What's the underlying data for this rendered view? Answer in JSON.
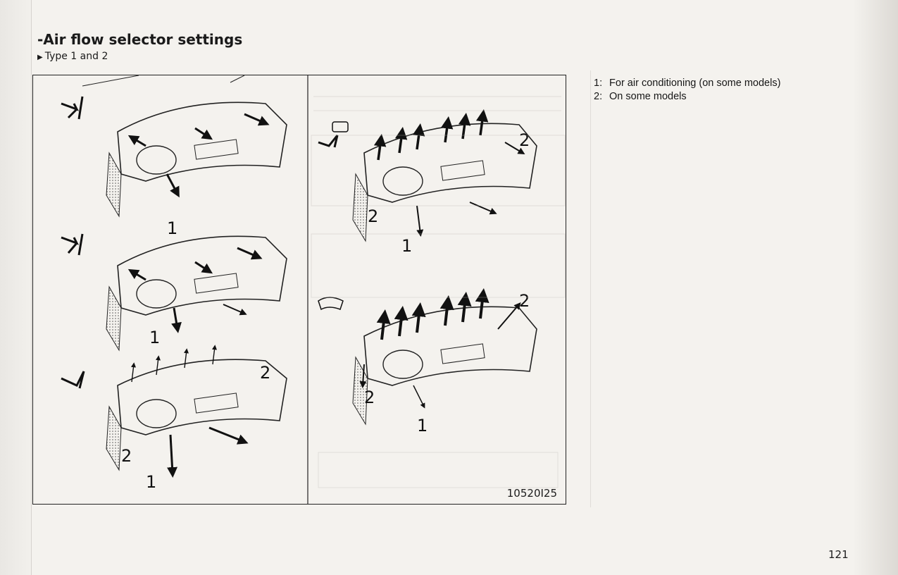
{
  "section": {
    "title": "-Air flow selector settings",
    "subtitle": "Type 1 and 2"
  },
  "figure": {
    "code": "10520I25",
    "callouts": {
      "one": "1",
      "two": "2"
    }
  },
  "notes": [
    {
      "num": "1:",
      "text": "For air conditioning (on some models)"
    },
    {
      "num": "2:",
      "text": "On some models"
    }
  ],
  "page_number": "121",
  "colors": {
    "paper": "#f4f2ee",
    "ink": "#161616",
    "bleed": "#c9c6c1"
  }
}
